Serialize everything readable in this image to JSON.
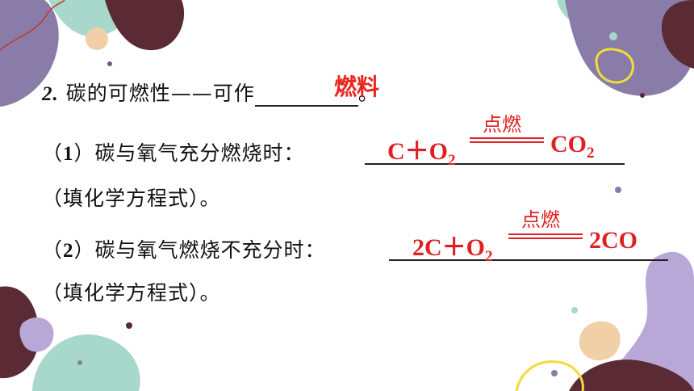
{
  "item2": {
    "number": "2.",
    "prefix": "碳的可燃性——可作",
    "answer": "燃料",
    "suffix": "。"
  },
  "part1": {
    "label_num": "1",
    "text": "碳与氧气充分燃烧时：",
    "eq_left": "C＋O",
    "eq_left_sub": "2",
    "condition": "点燃",
    "eq_right": "CO",
    "eq_right_sub": "2",
    "note": "（填化学方程式）。"
  },
  "part2": {
    "label_num": "2",
    "text": "碳与氧气燃烧不充分时：",
    "eq_left": "2C＋O",
    "eq_left_sub": "2",
    "condition": "点燃",
    "eq_right": "2CO",
    "note": "（填化学方程式）。"
  },
  "colors": {
    "answer_red": "#e02020",
    "deco_purple": "#8a7ca8",
    "deco_maroon": "#5a2b35",
    "deco_teal": "#a8d8cc",
    "deco_lavender": "#b8a8d8",
    "deco_peach": "#f1cfa7",
    "deco_yellow": "#f2dc3a"
  }
}
